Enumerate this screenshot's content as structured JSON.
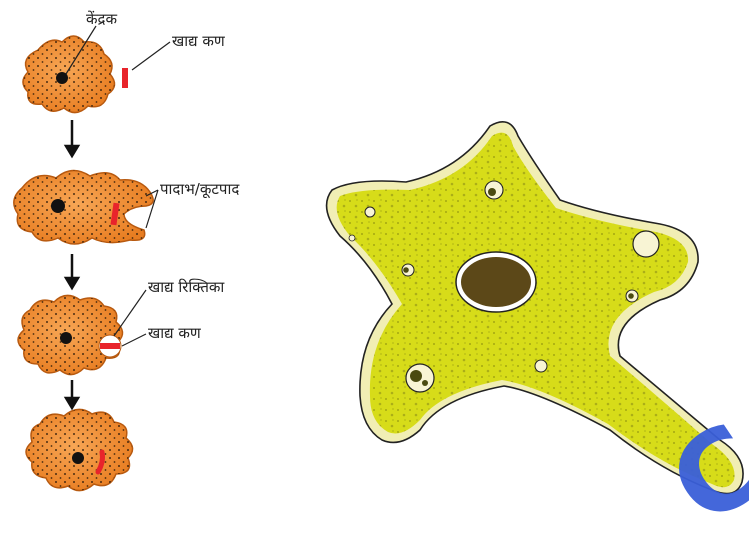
{
  "labels": {
    "nucleus": "केंद्रक",
    "food_particle_1": "खाद्य कण",
    "pseudopodia": "पादाभ/कूटपाद",
    "food_vacuole": "खाद्य रिक्तिका",
    "food_particle_2": "खाद्य कण"
  },
  "watermark": "C",
  "colors": {
    "amoeba_small": "#ef8a2a",
    "amoeba_small_edge": "#c86412",
    "amoeba_large": "#d7dc19",
    "amoeba_large_rim": "#f3efb5",
    "nucleus_large": "#5c4818",
    "food_red": "#e8242b",
    "watermark_blue": "#3a5fd9"
  }
}
